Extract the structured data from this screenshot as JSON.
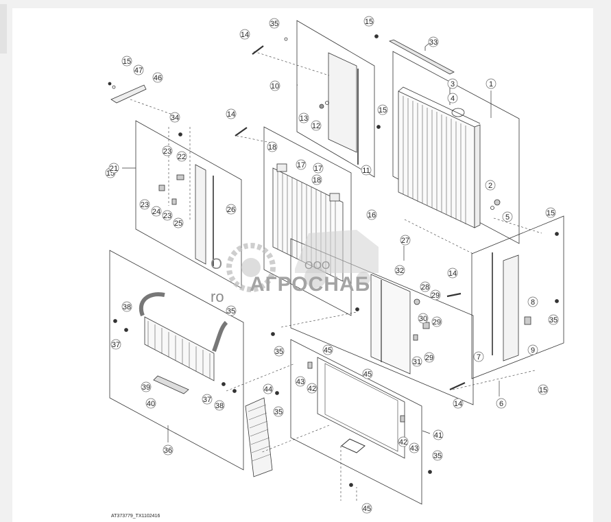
{
  "diagram": {
    "caption": "AT373779_TX1102416",
    "watermark": {
      "prefix": "ООО",
      "brand": "АГРОСНАБ",
      "fragment_1": "O",
      "fragment_2": "ro"
    },
    "callouts": [
      "1",
      "2",
      "3",
      "4",
      "5",
      "6",
      "7",
      "8",
      "9",
      "10",
      "11",
      "12",
      "13",
      "14",
      "14",
      "14",
      "14",
      "15",
      "15",
      "15",
      "15",
      "15",
      "15",
      "16",
      "17",
      "17",
      "18",
      "18",
      "21",
      "22",
      "23",
      "23",
      "23",
      "24",
      "25",
      "26",
      "27",
      "28",
      "29",
      "29",
      "29",
      "30",
      "31",
      "32",
      "33",
      "34",
      "35",
      "35",
      "35",
      "35",
      "35",
      "35",
      "36",
      "37",
      "37",
      "38",
      "38",
      "39",
      "40",
      "41",
      "42",
      "42",
      "43",
      "43",
      "44",
      "45",
      "45",
      "45",
      "46",
      "47"
    ]
  }
}
